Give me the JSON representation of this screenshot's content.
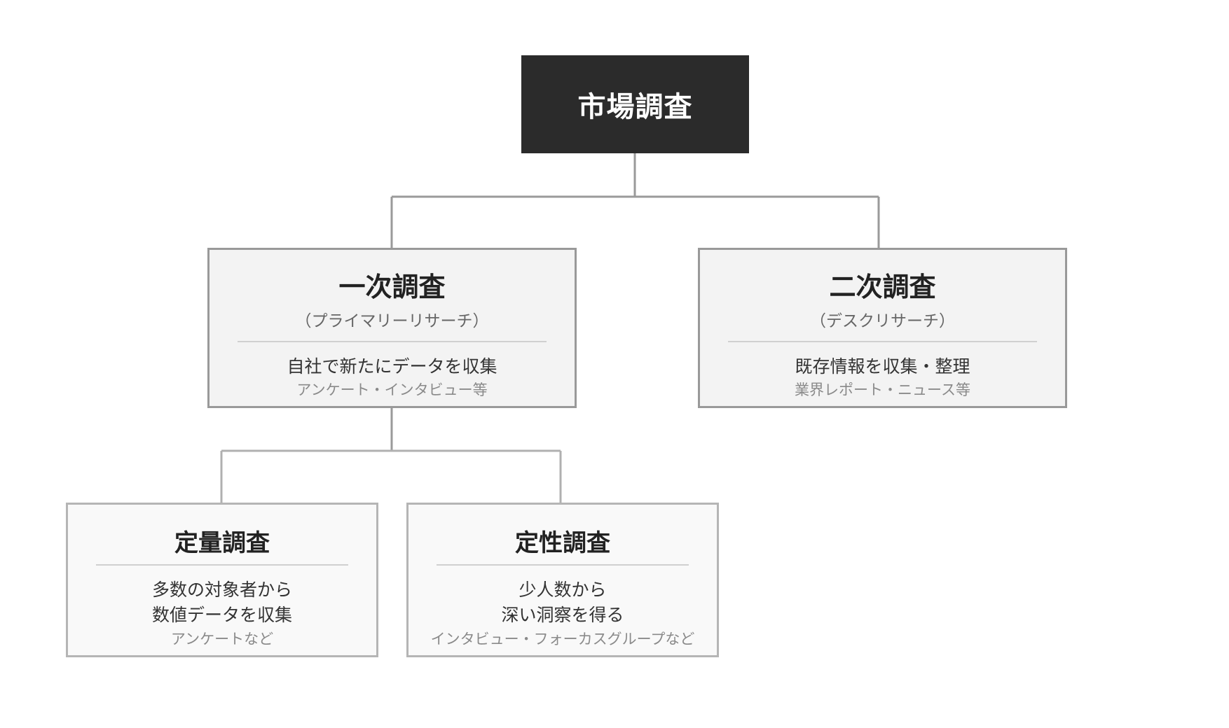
{
  "root": {
    "title": "市場調査"
  },
  "primary": {
    "title": "一次調査",
    "subtitle": "（プライマリーリサーチ）",
    "description": "自社で新たにデータを収集",
    "note": "アンケート・インタビュー等"
  },
  "secondary": {
    "title": "二次調査",
    "subtitle": "（デスクリサーチ）",
    "description": "既存情報を収集・整理",
    "note": "業界レポート・ニュース等"
  },
  "quantitative": {
    "title": "定量調査",
    "description_line1": "多数の対象者から",
    "description_line2": "数値データを収集",
    "note": "アンケートなど"
  },
  "qualitative": {
    "title": "定性調査",
    "description_line1": "少人数から",
    "description_line2": "深い洞察を得る",
    "note": "インタビュー・フォーカスグループなど"
  },
  "colors": {
    "root_fill": "#2b2b2b",
    "node_fill": "#f3f3f3",
    "leaf_fill": "#f9f9f9",
    "connector": "#999999"
  }
}
